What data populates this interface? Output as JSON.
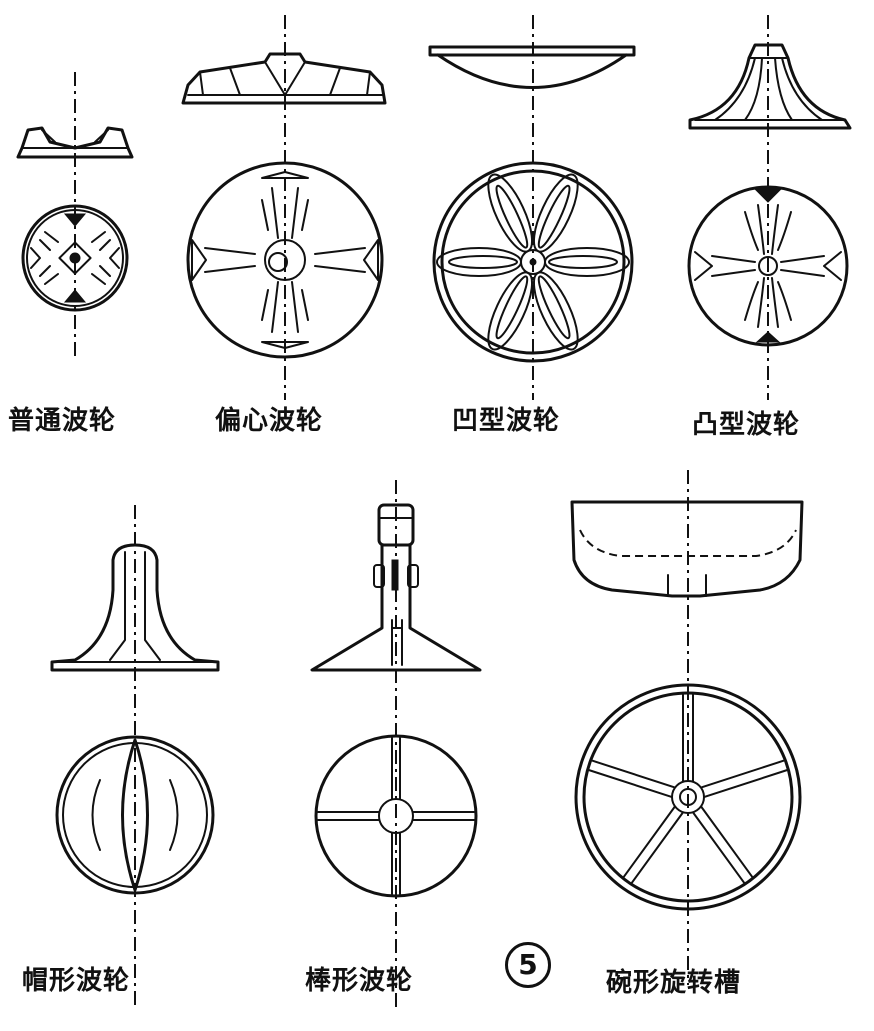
{
  "labels": {
    "putong": "普通波轮",
    "pianxin": "偏心波轮",
    "aoxing": "凹型波轮",
    "tuxing": "凸型波轮",
    "maoxing": "帽形波轮",
    "bangxing": "棒形波轮",
    "wanxing": "碗形旋转槽"
  },
  "figure_number": "5"
}
